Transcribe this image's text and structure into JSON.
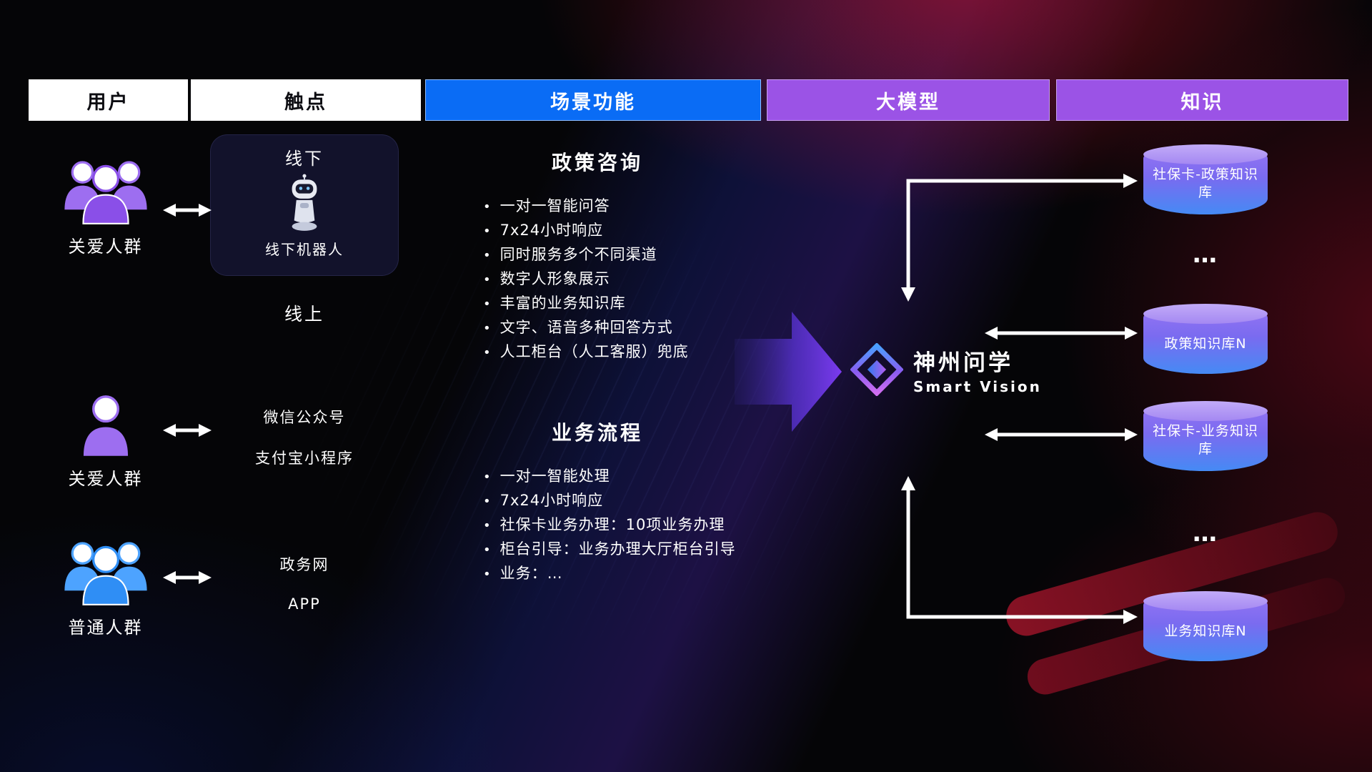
{
  "header": {
    "columns": [
      {
        "label": "用户"
      },
      {
        "label": "触点"
      },
      {
        "label": "场景功能"
      },
      {
        "label": "大模型"
      },
      {
        "label": "知识"
      }
    ]
  },
  "users": [
    {
      "label": "关爱人群",
      "icon": "group-people-purple-icon"
    },
    {
      "label": "关爱人群",
      "icon": "single-person-purple-icon"
    },
    {
      "label": "普通人群",
      "icon": "group-people-blue-icon"
    }
  ],
  "touchpoints": {
    "offline_title": "线下",
    "robot_label": "线下机器人",
    "online_title": "线上",
    "channels": [
      "微信公众号",
      "支付宝小程序",
      "政务网",
      "APP"
    ]
  },
  "scenarios": [
    {
      "title": "政策咨询",
      "items": [
        "一对一智能问答",
        "7x24小时响应",
        "同时服务多个不同渠道",
        "数字人形象展示",
        "丰富的业务知识库",
        "文字、语音多种回答方式",
        "人工柜台（人工客服）兜底"
      ]
    },
    {
      "title": "业务流程",
      "items": [
        "一对一智能处理",
        "7x24小时响应",
        "社保卡业务办理：10项业务办理",
        "柜台引导：业务办理大厅柜台引导",
        "业务：…"
      ]
    }
  ],
  "model": {
    "name": "神州问学",
    "subtitle": "Smart Vision"
  },
  "knowledge": {
    "items": [
      "社保卡-政策知识库",
      "…",
      "政策知识库N",
      "社保卡-业务知识库",
      "…",
      "业务知识库N"
    ]
  },
  "colors": {
    "scene_blue": "#0a6cf5",
    "model_purple": "#9b53e6",
    "cylinder_top": "#b49bf5",
    "cylinder_body_top": "#8f72f2",
    "cylinder_body_bottom": "#458af4",
    "big_arrow_purple": "#7b3bf0",
    "arrow_white": "#ffffff",
    "people_purple": "#9d6ef0",
    "people_blue": "#4da3ff",
    "background_red": "#8c1426"
  }
}
